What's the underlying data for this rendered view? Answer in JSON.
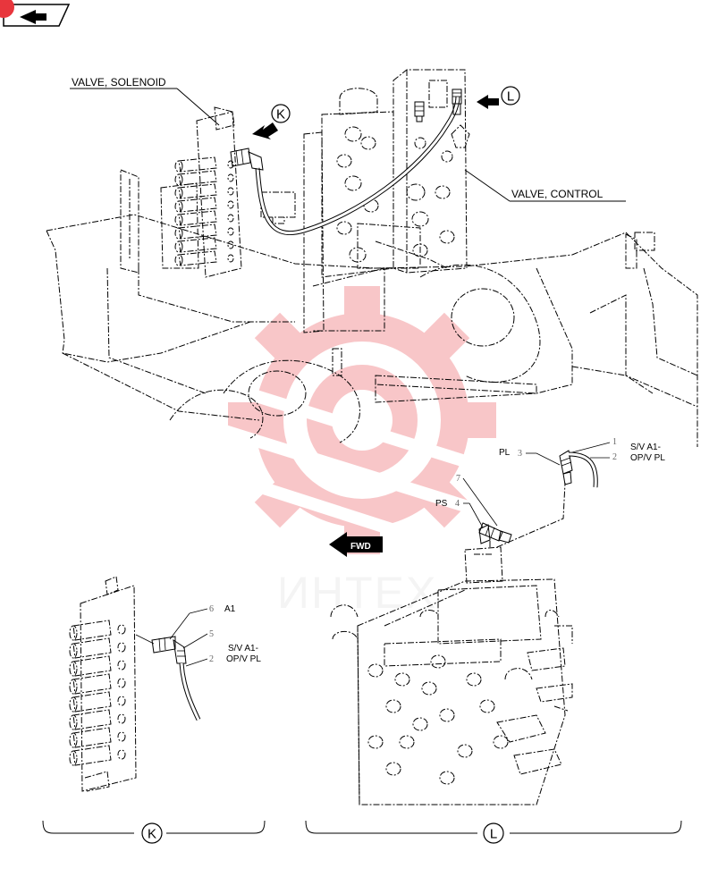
{
  "nav": {
    "icon": "back-arrow-icon"
  },
  "watermark": {
    "text": "ИНТЕХ",
    "color": "#e8363d"
  },
  "labels": {
    "valve_solenoid": "VALVE, SOLENOID",
    "valve_control": "VALVE, CONTROL",
    "callout_k": "K",
    "callout_l": "L",
    "fwd": "FWD",
    "pl": "PL",
    "ps": "PS",
    "a1": "A1",
    "sv_a1_line1": "S/V A1-",
    "sv_a1_line2": "OP/V PL",
    "sv_a1_k_line1": "S/V A1-",
    "sv_a1_k_line2": "OP/V PL"
  },
  "part_numbers": {
    "n1": "1",
    "n2": "2",
    "n3": "3",
    "n4": "4",
    "n5": "5",
    "n6": "6",
    "n7": "7",
    "n2_k": "2"
  },
  "views": {
    "detail_k": "K",
    "detail_l": "L"
  }
}
